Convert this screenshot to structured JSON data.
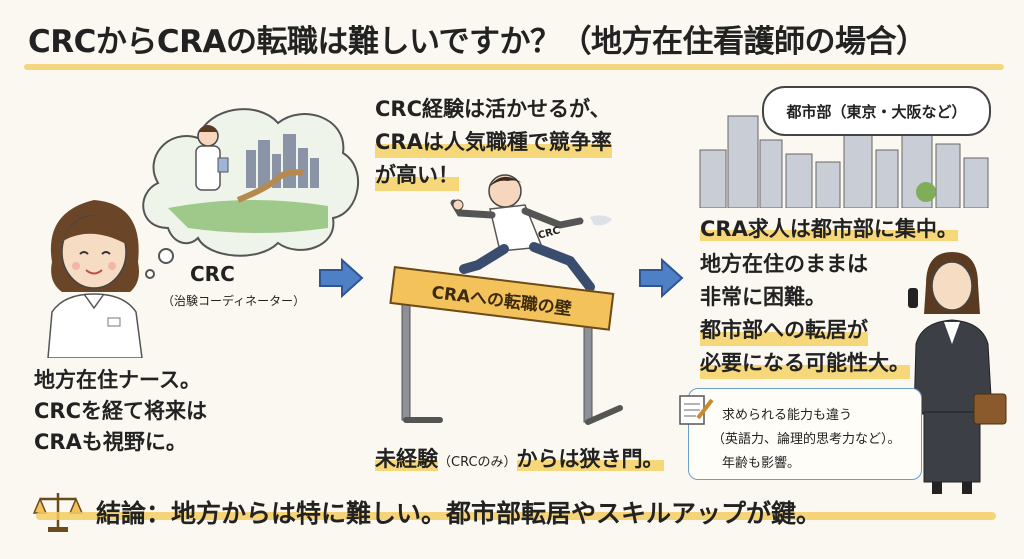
{
  "title": "CRCからCRAの転職は難しいですか？（地方在住看護師の場合）",
  "left": {
    "thought_label": "CRC",
    "thought_sub": "（治験コーディネーター）",
    "line1": "地方在住ナース。",
    "line2": "CRCを経て将来は",
    "line3": "CRAも視野に。"
  },
  "middle": {
    "line1": "CRC経験は活かせるが、",
    "line2": "CRAは人気職種で競争率",
    "line3": "が高い！",
    "coat_badge": "CRC",
    "hurdle_label": "CRAへの転職の壁",
    "bottom_main": "未経験",
    "bottom_small": "（CRCのみ）",
    "bottom_rest": "からは狭き門。"
  },
  "right": {
    "bubble": "都市部（東京・大阪など）",
    "line1": "CRA求人は都市部に集中。",
    "line2": "地方在住のままは",
    "line3": "非常に困難。",
    "line4": "都市部への転居が",
    "line5": "必要になる可能性大。",
    "note1": "求められる能力も違う",
    "note2": "（英語力、論理的思考力など）。",
    "note3": "年齢も影響。"
  },
  "conclusion": "結論：地方からは特に難しい。都市部転居やスキルアップが鍵。",
  "colors": {
    "highlight": "#f6d77a",
    "arrow": "#4f7fc4",
    "accent": "#f4c25a"
  }
}
